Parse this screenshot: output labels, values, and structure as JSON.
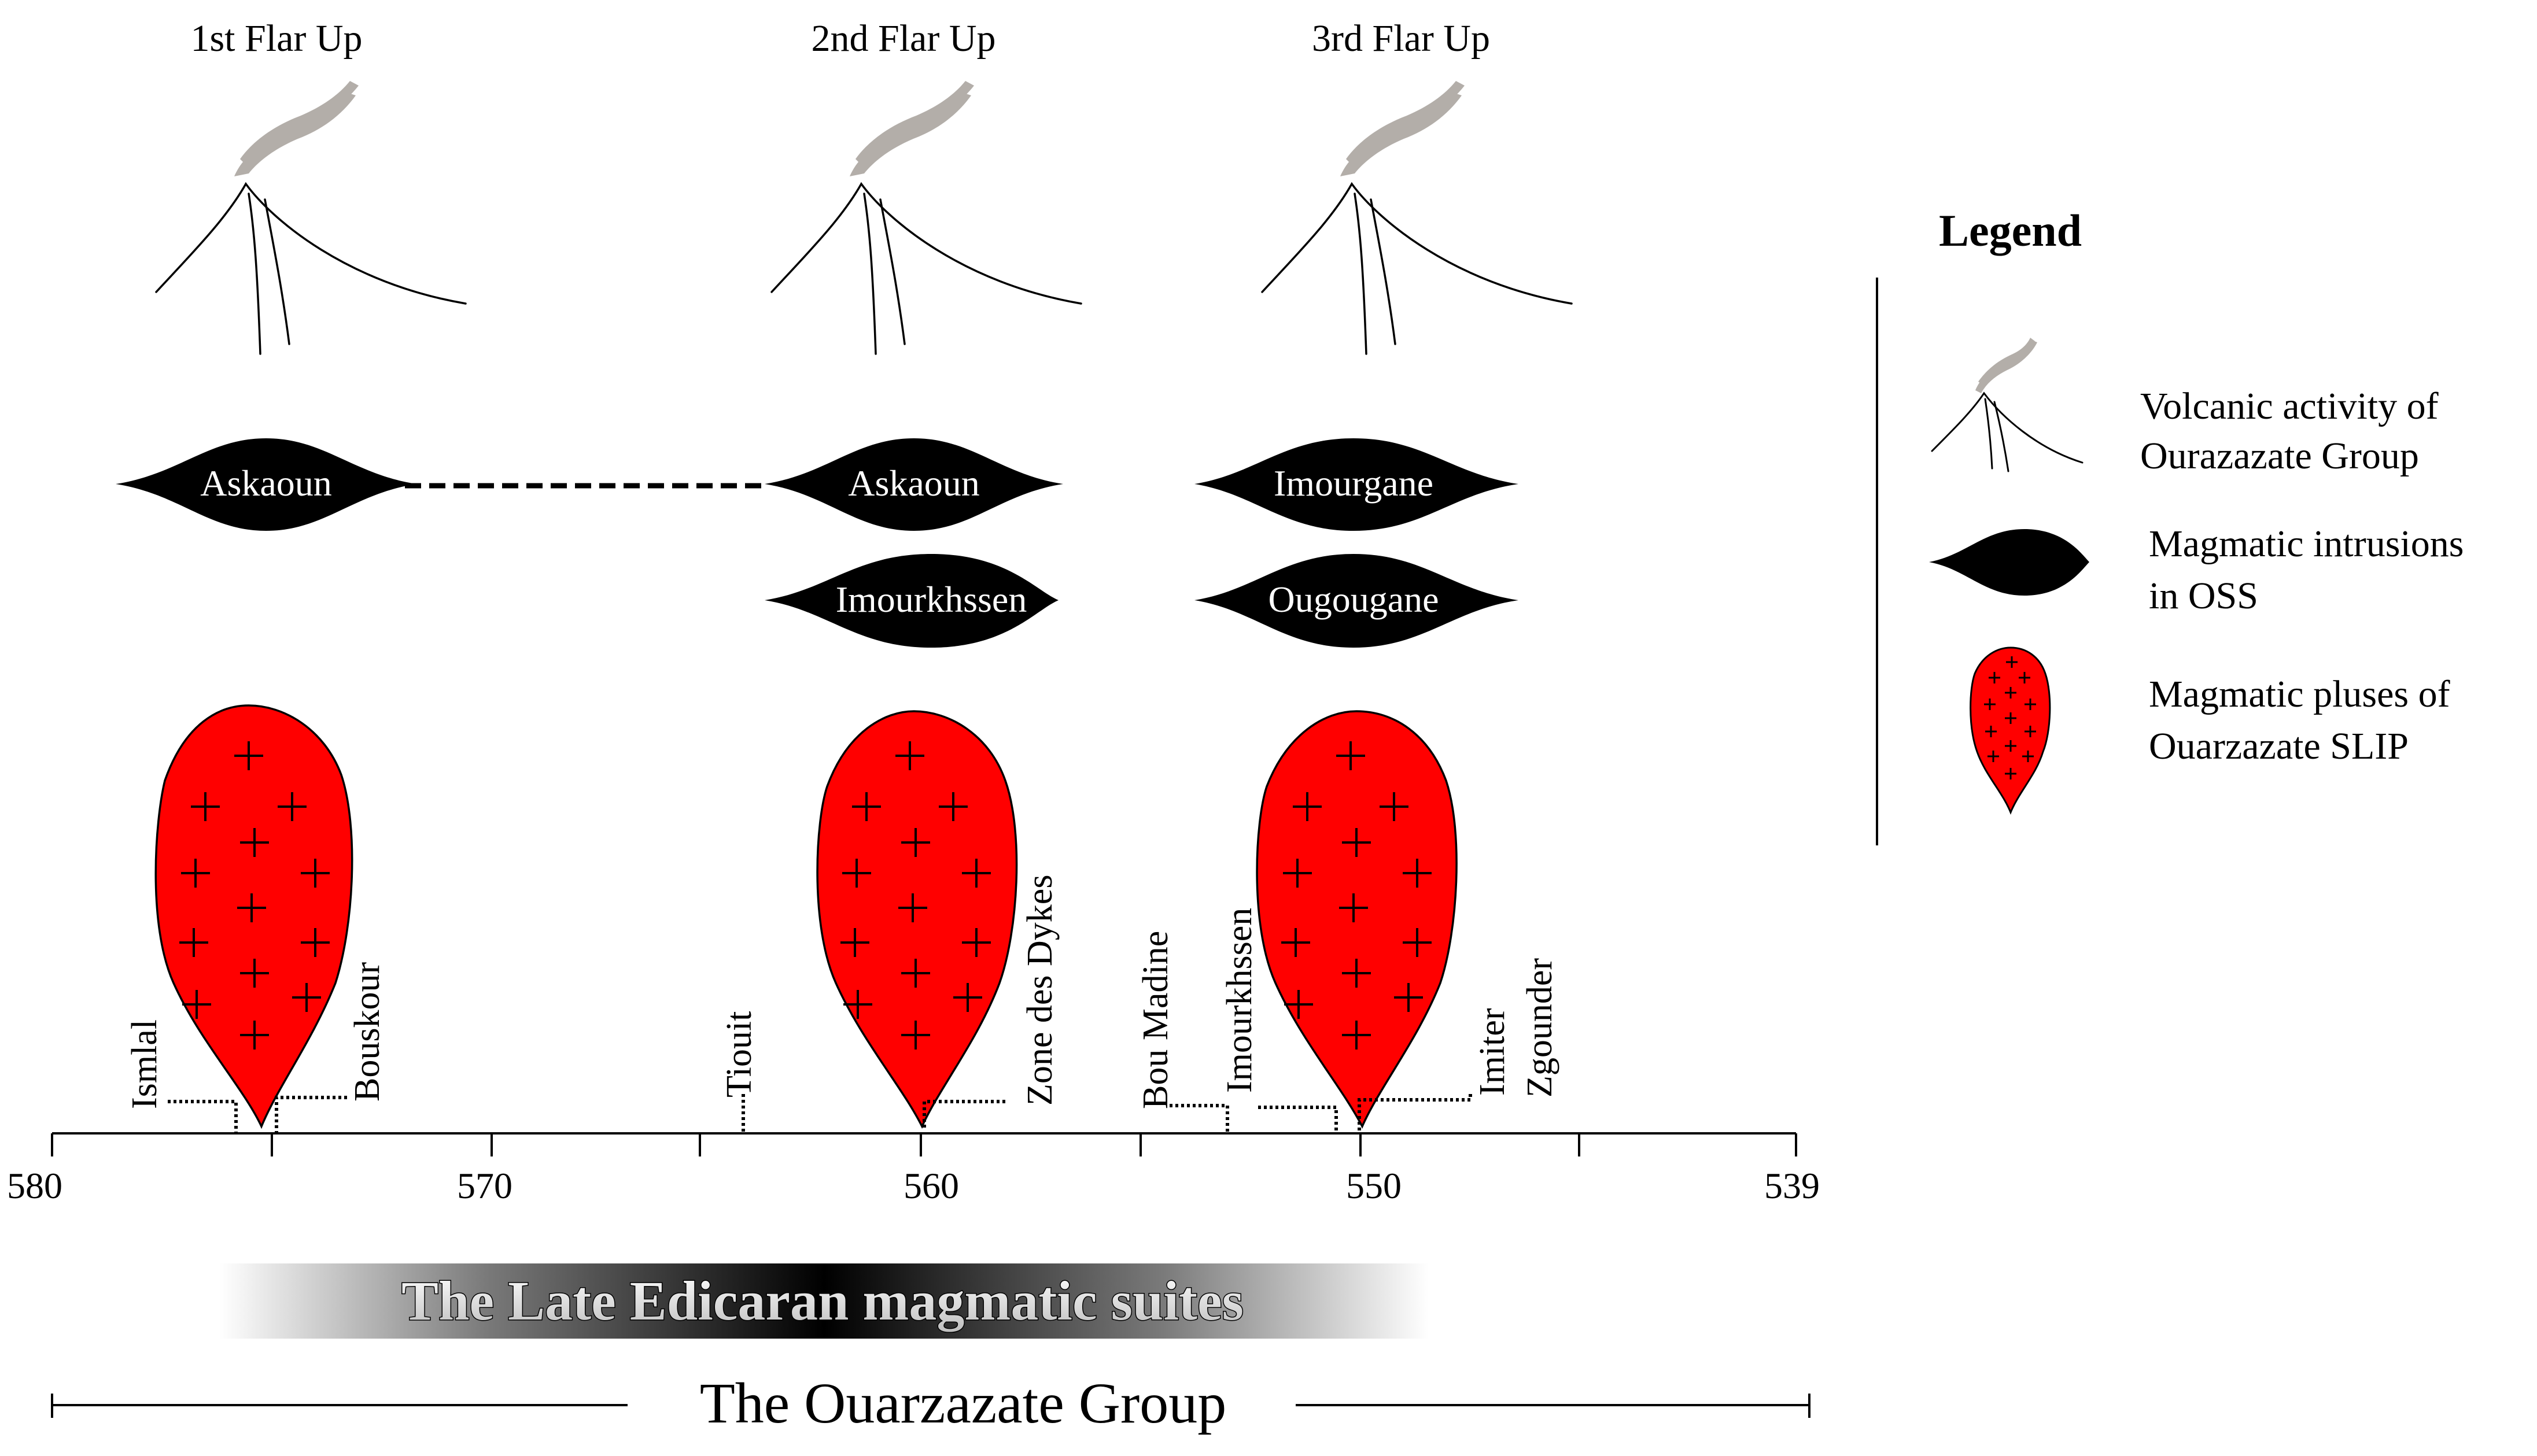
{
  "flare_ups": [
    {
      "label": "1st Flar Up",
      "age": 575
    },
    {
      "label": "2nd Flar Up",
      "age": 560
    },
    {
      "label": "3rd Flar Up",
      "age": 550
    }
  ],
  "intrusions": [
    {
      "label": "Askaoun",
      "age": 575
    },
    {
      "label": "Askaoun",
      "age": 560
    },
    {
      "label": "Imourkhssen",
      "age": 560
    },
    {
      "label": "Imourgane",
      "age": 550
    },
    {
      "label": "Ougougane",
      "age": 550
    }
  ],
  "pulses": [
    {
      "age": 575
    },
    {
      "age": 560
    },
    {
      "age": 550
    }
  ],
  "localities": [
    "Ismlal",
    "Bouskour",
    "Tiouit",
    "Zone des Dykes",
    "Bou Madine",
    "Imourkhssen",
    "Imiter",
    "Zgounder"
  ],
  "axis": {
    "tick_labels": [
      "580",
      "570",
      "560",
      "550",
      "539"
    ],
    "min": 580,
    "max": 539
  },
  "suite_banner": "The Late Edicaran magmatic suites",
  "group_label": "The Ouarzazate Group",
  "legend": {
    "title": "Legend",
    "items": [
      {
        "line1": "Volcanic activity of",
        "line2": "Ourazazate Group"
      },
      {
        "line1": "Magmatic intrusions",
        "line2": "in OSS"
      },
      {
        "line1": "Magmatic pluses of",
        "line2": "Ouarzazate SLIP"
      }
    ]
  },
  "colors": {
    "pulse_fill": "#ff0000",
    "intrusion_fill": "#000000",
    "plume": "#b3aea9",
    "ink": "#000000"
  }
}
